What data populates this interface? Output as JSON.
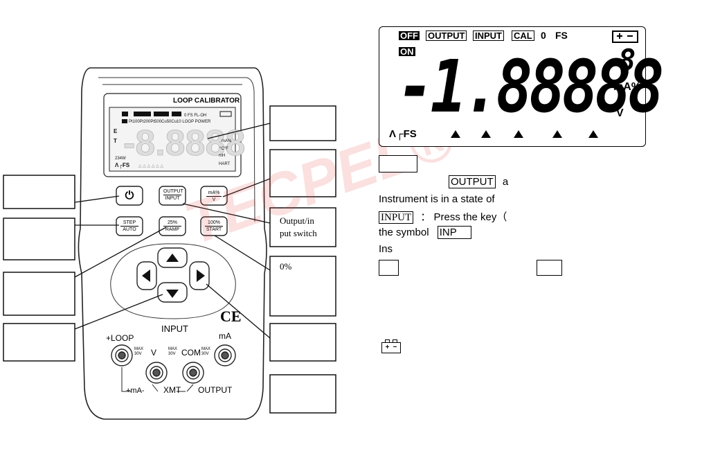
{
  "device": {
    "header": "LOOP CALIBRATOR",
    "keys": {
      "power": "⏻",
      "output_top": "OUTPUT",
      "output_bottom": "INPUT",
      "ma_top": "mA%",
      "ma_bottom": "V",
      "step_top": "STEP",
      "step_bottom": "AUTO",
      "pct25_top": "25%",
      "pct25_bottom": "RAMP",
      "pct100_top": "100%",
      "pct100_bottom": "START"
    },
    "input_label": "INPUT",
    "terminals": {
      "loop": "+LOOP",
      "v": "V",
      "com": "COM",
      "ma": "mA",
      "max1": "MAX\n30V",
      "plus_ma": "+mA-",
      "xmt": "XMT",
      "output": "OUTPUT"
    },
    "ce_mark": "CE",
    "watermark": "TECPEL®"
  },
  "callouts": {
    "output_input": "Output/in\nput switch",
    "zero_pct": "0%"
  },
  "lcd": {
    "off": "OFF",
    "on": "ON",
    "output": "OUTPUT",
    "input": "INPUT",
    "cal": "CAL",
    "zero": "0",
    "fs": "FS",
    "digits": "-1.88888",
    "small_digit": "8",
    "unit_ma": "mA%",
    "unit_v": "V",
    "bottom_left": "Λ┌FS"
  },
  "text": {
    "line1_box": "OUTPUT",
    "line1_tail": "a",
    "line2": "Instrument is in a state of",
    "line3_box": "INPUT",
    "line3_tail": "：  Press the key（",
    "line4_a": "the  symbol",
    "line4_box": "INP",
    "line5": "Ins"
  }
}
